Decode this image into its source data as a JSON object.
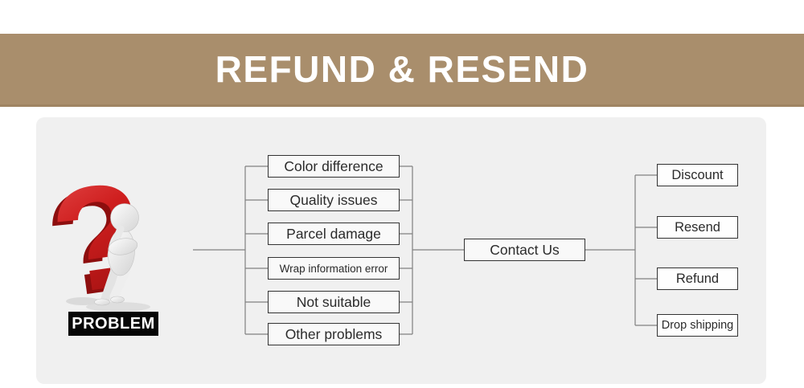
{
  "banner": {
    "title": "REFUND & RESEND",
    "bg_color": "#a98e6c",
    "text_color": "#ffffff"
  },
  "illustration": {
    "question_mark_glyph": "?",
    "figure": "thinking-person-3d",
    "label": "PROBLEM",
    "label_bg": "#060606",
    "question_red": "#c41a1a"
  },
  "flow": {
    "problems": [
      "Color difference",
      "Quality issues",
      "Parcel damage",
      "Wrap information error",
      "Not suitable",
      "Other problems"
    ],
    "contact": "Contact Us",
    "outcomes": [
      "Discount",
      "Resend",
      "Refund",
      "Drop shipping"
    ]
  },
  "colors": {
    "card_bg": "#f0f0f0",
    "box_border": "#333333",
    "connector": "#808080"
  }
}
